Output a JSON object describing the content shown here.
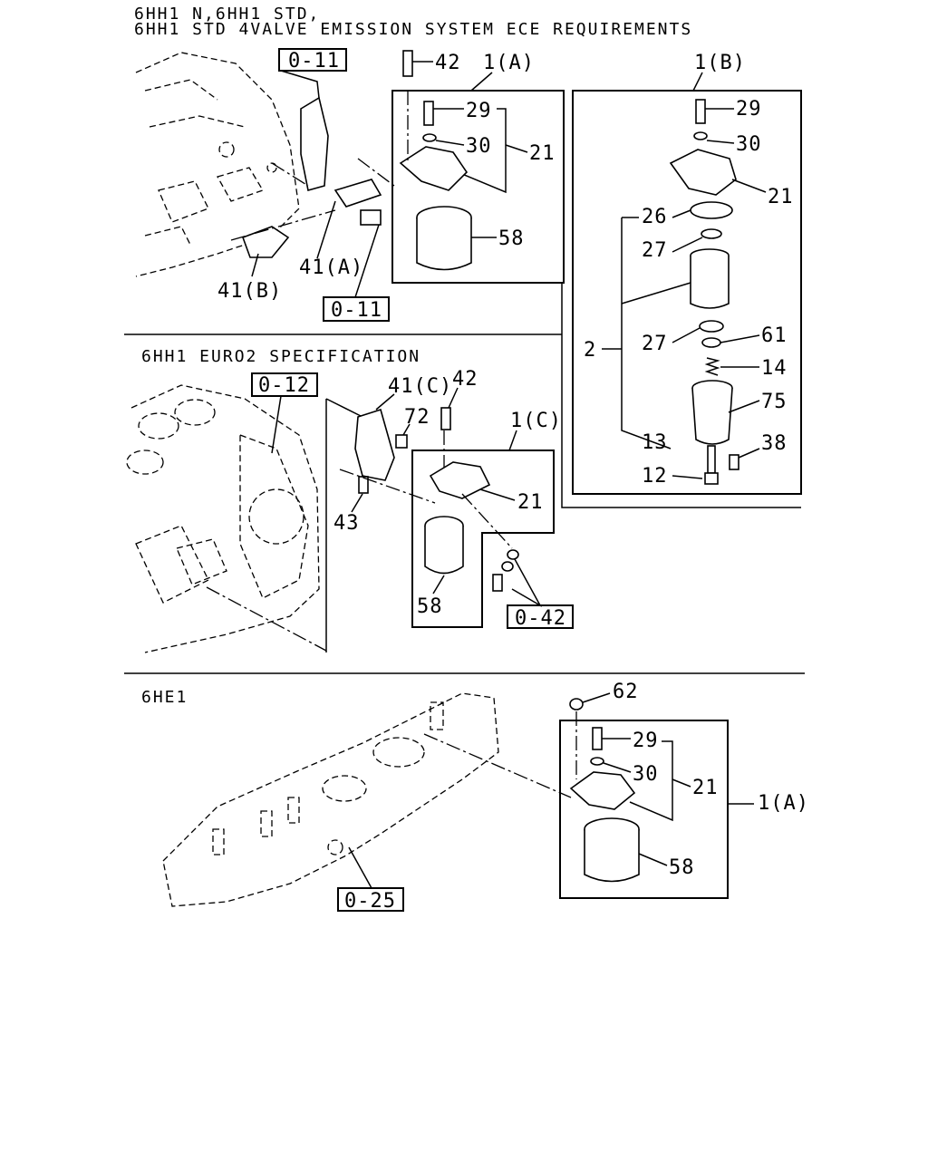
{
  "header": {
    "line1": "6HH1 N,6HH1 STD,",
    "line2": "6HH1 STD 4VALVE EMISSION SYSTEM ECE REQUIREMENTS"
  },
  "section1": {
    "ref_top": "0-11",
    "ref_bottom": "0-11",
    "group_a": "1(A)",
    "group_b": "1(B)",
    "labels": {
      "p42": "42",
      "p29a": "29",
      "p30a": "30",
      "p21a": "21",
      "p58a": "58",
      "p41a": "41(A)",
      "p41b": "41(B)",
      "p29b": "29",
      "p30b": "30",
      "p21b": "21",
      "p26": "26",
      "p27a": "27",
      "p2": "2",
      "p27b": "27",
      "p61": "61",
      "p14": "14",
      "p75": "75",
      "p13": "13",
      "p38": "38",
      "p12": "12"
    }
  },
  "section2": {
    "title": "6HH1 EURO2 SPECIFICATION",
    "ref_engine": "0-12",
    "ref_bolt": "0-42",
    "group_c": "1(C)",
    "labels": {
      "p41c": "41(C)",
      "p42": "42",
      "p72": "72",
      "p43": "43",
      "p21": "21",
      "p58": "58"
    }
  },
  "section3": {
    "title": "6HE1",
    "ref_manifold": "0-25",
    "group_a": "1(A)",
    "labels": {
      "p62": "62",
      "p29": "29",
      "p30": "30",
      "p21": "21",
      "p58": "58"
    }
  }
}
